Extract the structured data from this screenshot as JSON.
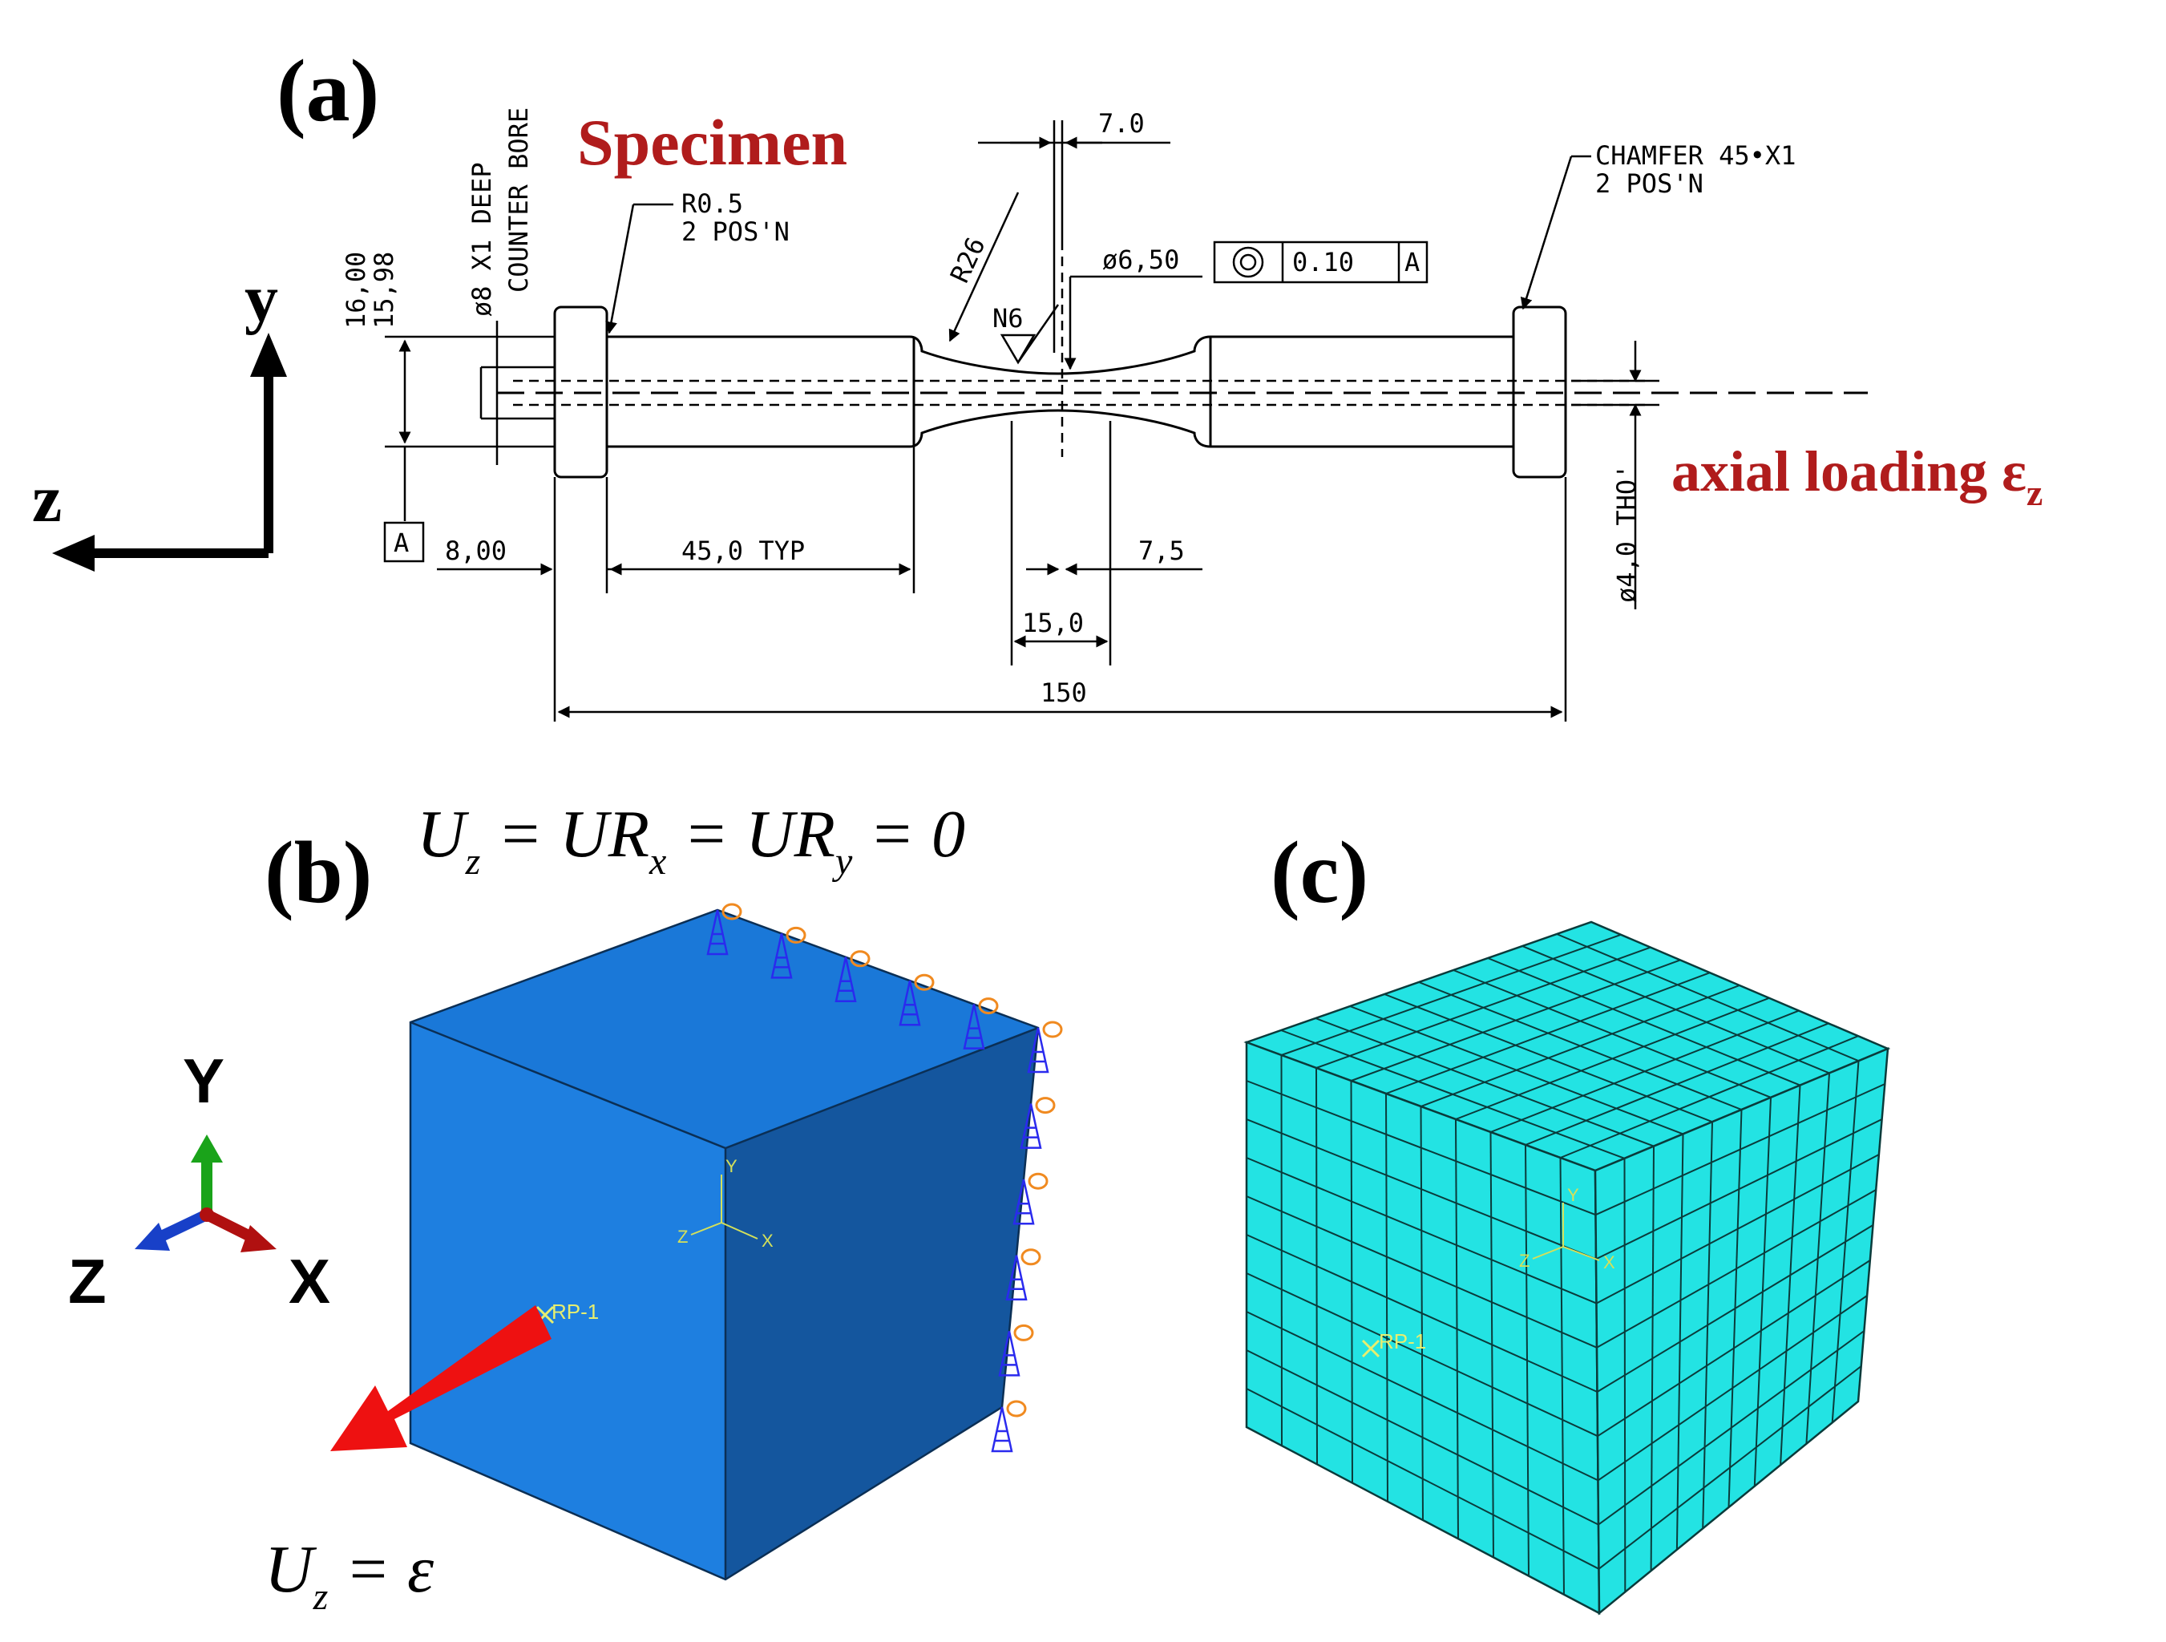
{
  "panel_a": {
    "label": "(a)",
    "title": "Specimen",
    "loading_label": "axial loading ε",
    "loading_sub": "z",
    "axis_y": "y",
    "axis_z": "z",
    "dims": {
      "d_upper": "16,00",
      "d_lower": "15,98",
      "counter_bore_1": "ø8 X1 DEEP",
      "counter_bore_2": "COUNTER BORE",
      "r05_1": "R0.5",
      "r05_2": "2 POS'N",
      "r26": "R26",
      "n6": "N6",
      "top_70": "7.0",
      "d650": "ø6,50",
      "tol_value": "0.10",
      "tol_datum": "A",
      "chamfer_1": "CHAMFER 45•X1",
      "chamfer_2": "2 POS'N",
      "datum_a": "A",
      "d_800": "8,00",
      "d_45": "45,0 TYP",
      "d_75": "7,5",
      "d_150_center": "15,0",
      "d_150_total": "150",
      "d_40": "ø4,0 THO'"
    }
  },
  "panel_b": {
    "label": "(b)",
    "bc_top": "U",
    "bc_top_sub1": "z",
    "bc_top_mid": " = UR",
    "bc_top_sub2": "x",
    "bc_top_mid2": " = UR",
    "bc_top_sub3": "y",
    "bc_top_end": " = 0",
    "bc_bottom": "U",
    "bc_bottom_sub": "z",
    "bc_bottom_end": " = ε",
    "triad_y": "Y",
    "triad_z": "Z",
    "triad_x": "X",
    "local_y": "Y",
    "local_z": "Z",
    "local_x": "X",
    "rp": "RP-1",
    "colors": {
      "front": "#1e7fe0",
      "top": "#1a78d8",
      "side": "#14569e",
      "arrow": "#ee1111"
    }
  },
  "panel_c": {
    "label": "(c)",
    "local_y": "Y",
    "local_z": "Z",
    "local_x": "X",
    "rp": "RP-1",
    "mesh_divisions": 10,
    "colors": {
      "face": "#23e3e3",
      "line": "#0a3b3b"
    }
  }
}
